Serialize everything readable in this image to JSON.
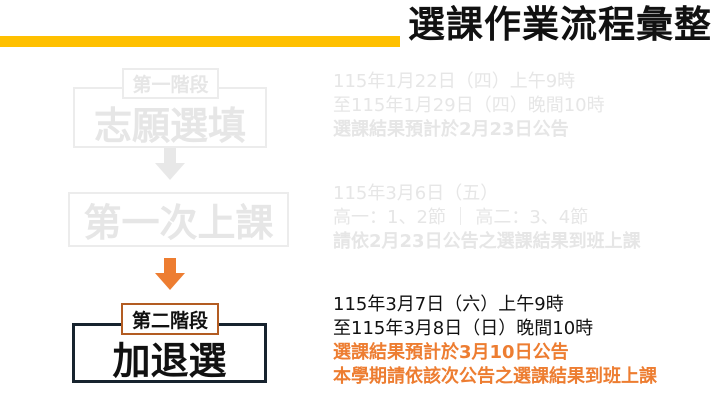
{
  "header": {
    "title": "選課作業流程彙整",
    "accent_color": "#ffc000"
  },
  "stages": [
    {
      "stage_label": "第一階段",
      "title": "志願選填",
      "state": "faded",
      "details": [
        {
          "text": "115年1月22日（四）上午9時",
          "style": "normal"
        },
        {
          "text": "至115年1月29日（四）晚間10時",
          "style": "normal"
        },
        {
          "text": "選課結果預計於2月23日公告",
          "style": "bold"
        }
      ]
    },
    {
      "stage_label": "",
      "title": "第一次上課",
      "state": "faded",
      "details": [
        {
          "text": "115年3月6日（五）",
          "style": "normal"
        },
        {
          "text": "高一：1、2節 ｜ 高二：3、4節",
          "style": "normal"
        },
        {
          "text": "請依2月23日公告之選課結果到班上課",
          "style": "bold"
        }
      ]
    },
    {
      "stage_label": "第二階段",
      "title": "加退選",
      "state": "active",
      "details": [
        {
          "text": "115年3月7日（六）上午9時",
          "style": "normal"
        },
        {
          "text": "至115年3月8日（日）晚間10時",
          "style": "normal"
        },
        {
          "text": "選課結果預計於3月10日公告",
          "style": "bold-orange"
        },
        {
          "text": "本學期請依該次公告之選課結果到班上課",
          "style": "bold-orange"
        }
      ]
    }
  ],
  "arrows": [
    {
      "icon": "arrow-down-icon",
      "color": "#e8e8e8"
    },
    {
      "icon": "arrow-down-icon",
      "color": "#ed7d31"
    }
  ],
  "colors": {
    "faded_text": "#e6e6e6",
    "highlight_orange": "#ed7d31",
    "active_border": "#17232e",
    "label_border": "#b35c22"
  }
}
